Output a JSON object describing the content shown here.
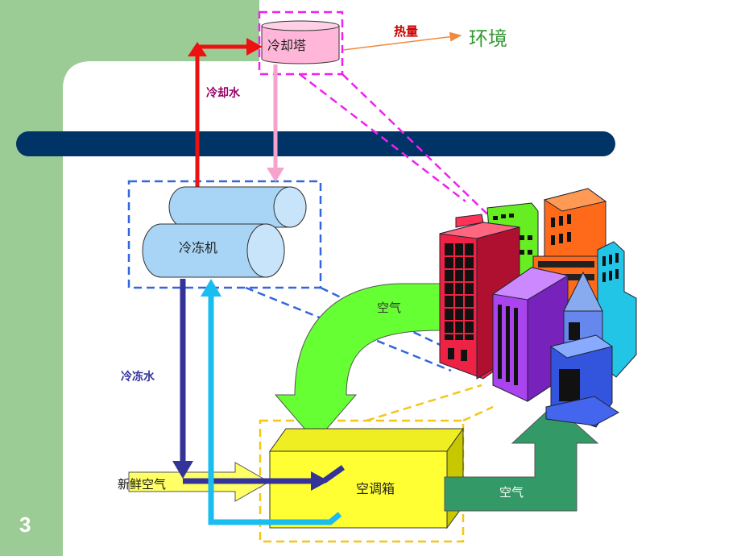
{
  "slide": {
    "page_number": "3"
  },
  "labels": {
    "cooling_tower": "冷却塔",
    "heat": "热量",
    "environment": "环境",
    "cooling_water": "冷却水",
    "chiller": "冷冻机",
    "chilled_water": "冷冻水",
    "fresh_air": "新鲜空气",
    "ahu": "空调箱",
    "air_return": "空气",
    "air_supply": "空气"
  },
  "colors": {
    "side_band": "#9ccc95",
    "dark_bar": "#003366",
    "cooling_tower_fill": "#ffb6d8",
    "heat_arrow": "#f08a3c",
    "cooling_water_line": "#ee1111",
    "return_line_pink": "#f5a3cc",
    "chiller_fill": "#a8d4f6",
    "chilled_water_line": "#333399",
    "chilled_return_line": "#19bdf0",
    "ahu_fill": "#ffff33",
    "air_return_arrow": "#66ff33",
    "air_supply_arrow": "#339966",
    "fresh_air_arrow": "#ffff66",
    "tower_dash": "#ee22ee",
    "chiller_dash": "#3366dd",
    "ahu_dash": "#f5c518"
  }
}
